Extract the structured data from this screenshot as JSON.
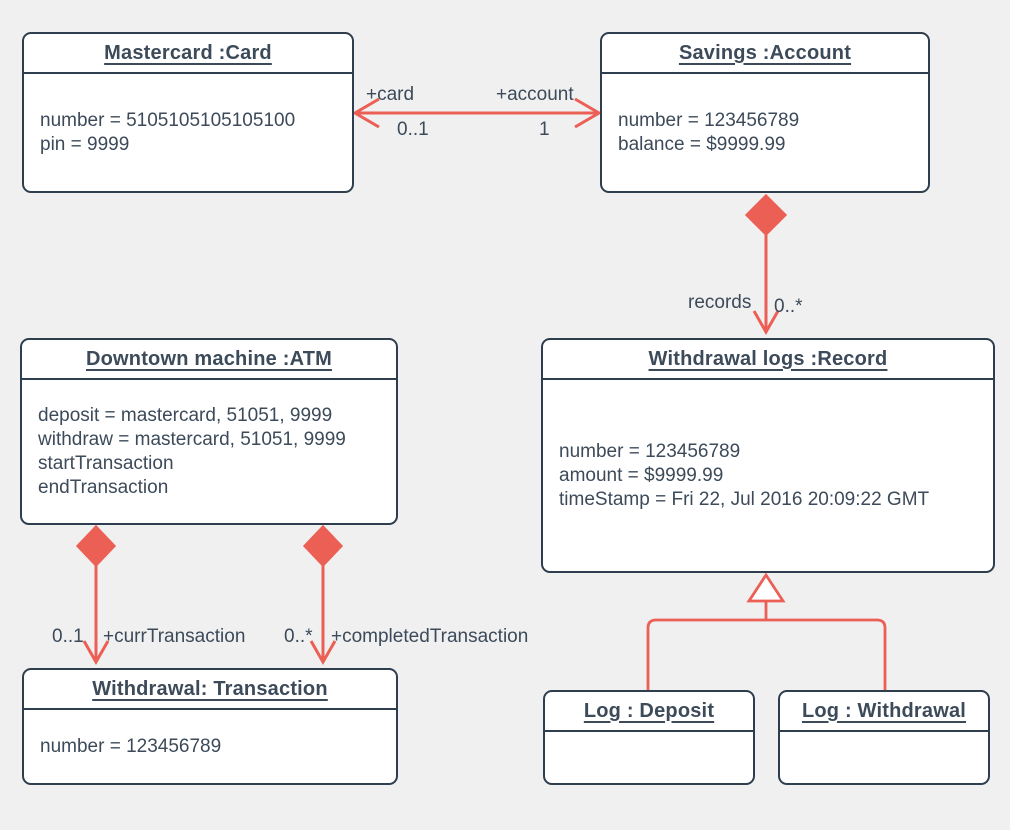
{
  "colors": {
    "background": "#f0f0f1",
    "node_fill": "#ffffff",
    "node_border": "#2f3e4e",
    "text": "#3c4a59",
    "connector": "#ec5f55"
  },
  "nodes": {
    "card": {
      "title": "Mastercard :Card",
      "attributes": [
        "number = 5105105105105100",
        "pin = 9999"
      ]
    },
    "account": {
      "title": "Savings :Account",
      "attributes": [
        "number = 123456789",
        "balance = $9999.99"
      ]
    },
    "atm": {
      "title": "Downtown machine :ATM",
      "attributes": [
        "deposit = mastercard, 51051, 9999",
        "withdraw = mastercard, 51051, 9999",
        "startTransaction",
        "endTransaction"
      ]
    },
    "record": {
      "title": "Withdrawal logs :Record",
      "attributes": [
        "number = 123456789",
        "amount = $9999.99",
        "timeStamp = Fri 22, Jul 2016 20:09:22 GMT"
      ]
    },
    "transaction": {
      "title": "Withdrawal: Transaction",
      "attributes": [
        "number = 123456789"
      ]
    },
    "log_deposit": {
      "title": "Log : Deposit",
      "attributes": []
    },
    "log_withdrawal": {
      "title": "Log : Withdrawal",
      "attributes": []
    }
  },
  "edges": {
    "card_account": {
      "type": "association",
      "left_role": "+card",
      "left_multiplicity": "0..1",
      "right_role": "+account",
      "right_multiplicity": "1"
    },
    "account_record": {
      "type": "composition",
      "role": "records",
      "multiplicity": "0..*"
    },
    "atm_curr_transaction": {
      "type": "composition",
      "multiplicity": "0..1",
      "role": "+currTransaction"
    },
    "atm_completed_transaction": {
      "type": "composition",
      "multiplicity": "0..*",
      "role": "+completedTransaction"
    },
    "record_generalization": {
      "type": "generalization"
    }
  }
}
